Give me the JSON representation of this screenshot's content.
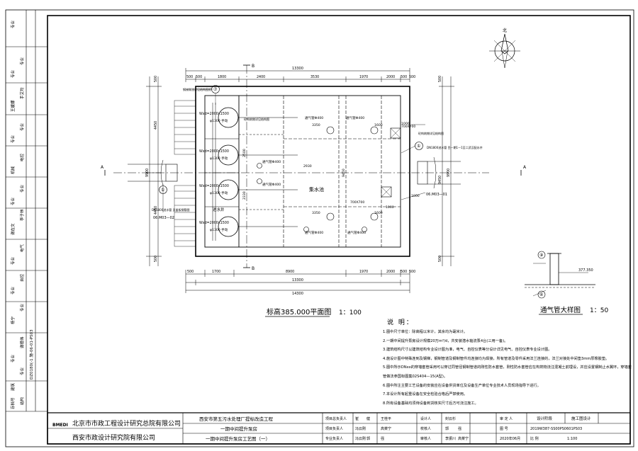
{
  "sheet_no": "DZ0180(-1 施-06-01-PS03",
  "left_strip": {
    "roles": [
      "专业",
      "专业",
      "专业",
      "手艾均",
      "王媛娜",
      "专业",
      "专业",
      "电控",
      "机械",
      "专业",
      "专业",
      "李子林",
      "谢在文",
      "电气",
      "专业",
      "自控",
      "专业",
      "专业",
      "杨宁",
      "谢德伟",
      "专业",
      "专业",
      "建筑",
      "结构",
      "存档号"
    ]
  },
  "north": {
    "label": "北"
  },
  "plan": {
    "title": "标高385.000平面图",
    "scale": "1：100",
    "dims_top_outer": "13300",
    "dims_top_segments": [
      "500",
      "500",
      "1800",
      "2400",
      "3530",
      "1970",
      "2000",
      "500",
      "500"
    ],
    "dims_bottom_segments": [
      "500",
      "1700",
      "8900",
      "1970",
      "2000",
      "500",
      "500"
    ],
    "dims_bottom_middle": "13300",
    "dims_bottom_outer": "14300",
    "dims_left": [
      "500",
      "4450",
      "9900",
      "4450",
      "500"
    ],
    "dims_right": [
      "500",
      "9450",
      "9900",
      "500"
    ],
    "pumps": [
      "Wxd=2000x1500",
      "Wxd=2000x1500",
      "Wxd=2000x1500",
      "Wxd=2000x1500"
    ],
    "pump_pipe": "φ1300 手动",
    "pump_steps": [
      "φ1300 手动",
      "φ1300 手动",
      "φ1300 手动",
      "φ1300 手动"
    ],
    "vents": [
      "通气管Φ400",
      "通气管Φ400",
      "通气管Φ400",
      "通气管Φ400",
      "通气管Φ400",
      "通气管Φ400"
    ],
    "vent_dims": [
      "3350",
      "1600",
      "3350",
      "1600"
    ],
    "hatches": [
      "700X700",
      "700X700"
    ],
    "tank_label": "集水池",
    "inlet_label": "进水井",
    "section_marks": [
      "A",
      "A",
      "B",
      "B"
    ],
    "pipe_note_left": "DN1800进水管 见盖板钢筋图",
    "pipe_note_right": "DN1800进水管\n目—期1—1至二武汉配水井",
    "note_top": "钢梯做法详见结构图纸",
    "notes_struct": "砼构筑物详见结构图",
    "ref_left": "06.M03—02",
    "ref_right": "06.M03—01",
    "callouts": [
      "①",
      "①",
      "⑦"
    ],
    "inner_dims": [
      "2930",
      "9450",
      "2500",
      "2330",
      "1000",
      "1000",
      "1000"
    ]
  },
  "vent_detail": {
    "title": "通气管大样图",
    "scale": "1：50",
    "elev": "377.350",
    "callouts": [
      "⑨",
      "④"
    ]
  },
  "notes": {
    "title": "说 明：",
    "items": [
      "1.图中尺寸单位：除高程以米计，其余均为毫米计。",
      "2.一期中间提升泵房设计规模20万m³/d，共安装潜水轴流泵4台(三用一备)。",
      "3.建筑结构尺寸以建筑结构专业设计图为准，电气、自控仪表等分设计详见电气、自控仪表专业设计图。",
      "4.施设计图中特殊连到及钢梯，钢制管道及钢制管件均连接均为焊接，所有管道及零件采用法兰连接的，法兰对接处中间垫3mm厚橡胶垫。",
      "5.图中所示DNxx的穿墙套管采用可以穿过同管径钢制管道的刚性防水套管，刚性防水套管应在构筑物浇注混凝土前埋设，并应设置钢制止水翼环，穿墙套管做法参国标图集02S404—15(A型)。",
      "6.图中所注主要工艺设备的安装应在设备供货单位及设备生产单位专业技术人员现场指导下进行。",
      "7.本设计所有起重设备在安全检验合格后严禁使用。",
      "8.所有设备基础均须待设备到货核实尺寸后方可浇注施工。"
    ]
  },
  "title_block": {
    "company1": "北京市市政工程设计研究总院有限公司",
    "company2": "西安市政设计研究院有限公司",
    "logo": "BMEDI",
    "project": "西安市第五污水处理厂提标改造工程",
    "subproject": "一期中间提升泵房",
    "drawing": "一期中间提升泵房工艺图（一）",
    "roles": [
      {
        "role": "项目总负责人",
        "n1": "崔",
        "n2": "健",
        "n3": "王桂平"
      },
      {
        "role": "项目负责人",
        "n1": "冯云刚",
        "n2": "",
        "n3": "高菜宁"
      },
      {
        "role": "专业负责人",
        "n1": "冯云刚",
        "n2": "郭",
        "n3": "强"
      }
    ],
    "checks": [
      {
        "role": "设计人",
        "name": "封云杉"
      },
      {
        "role": "校核人",
        "name": "郭",
        "name2": "强"
      },
      {
        "role": "审核人",
        "name": "李振川",
        "name2": "高菜宁"
      }
    ],
    "meta": [
      {
        "k": "审 定 人",
        "v": ""
      },
      {
        "k": "图    号",
        "v": "2019W387-SS00PS0601PS03"
      },
      {
        "k": "2020年06月",
        "v": "比 例",
        "v2": "1:100"
      }
    ],
    "stage_label": "设计阶段",
    "stage_value": "施工图设计"
  }
}
